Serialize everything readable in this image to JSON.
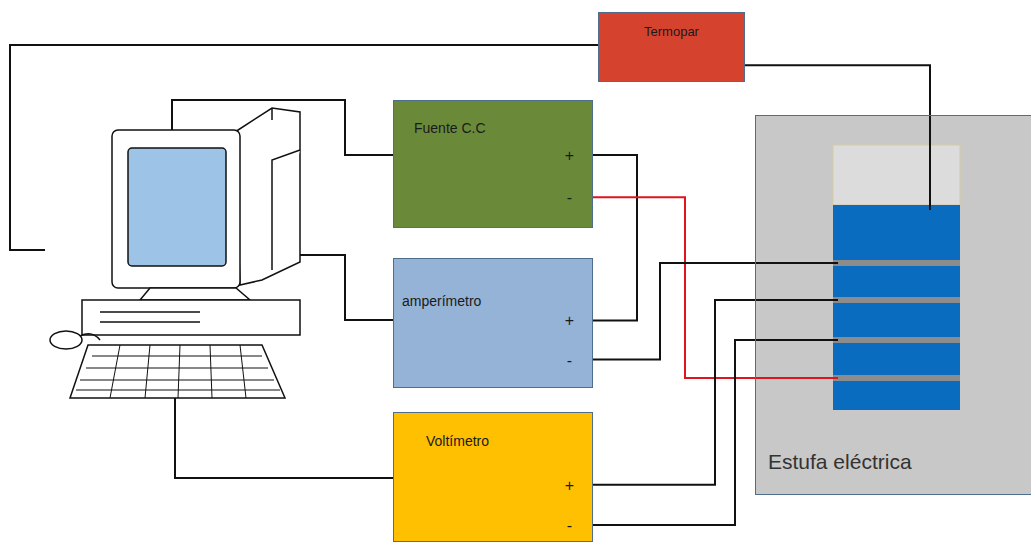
{
  "diagram": {
    "nodes": [
      {
        "text": [
          "Termopar"
        ]
      },
      {
        "text": [
          "Fuente  C.C",
          "+",
          "-"
        ]
      },
      {
        "text": [
          "amperímetro",
          "+",
          "-"
        ]
      },
      {
        "text": [
          "Voltímetro",
          "+",
          "-"
        ]
      },
      {
        "text": [
          "Estufa eléctrica"
        ]
      }
    ],
    "edges": [
      {
        "from": 1,
        "to": 2,
        "arrow": "none"
      },
      {
        "from": 1,
        "to": 4,
        "arrow": "none"
      },
      {
        "from": 2,
        "to": 4,
        "arrow": "none"
      },
      {
        "from": 3,
        "to": 4,
        "arrow": "none"
      },
      {
        "from": 3,
        "to": 4,
        "arrow": "none"
      },
      {
        "from": 0,
        "to": 4,
        "arrow": "none"
      }
    ]
  }
}
